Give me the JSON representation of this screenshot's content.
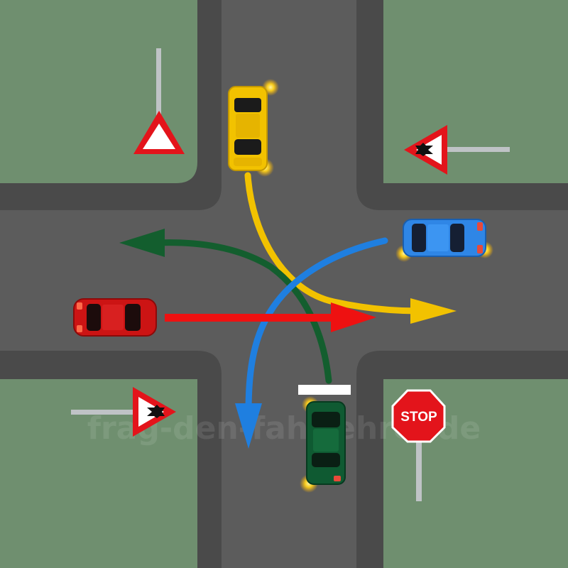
{
  "watermark": "frag-den-fahrlehrer.de",
  "signs": {
    "stop_label": "STOP"
  },
  "colors": {
    "grass": "#6f8f6f",
    "road": "#5c5c5c",
    "road_edge": "#4a4a4a",
    "yellow_car": "#f2c200",
    "blue_car": "#2f86e6",
    "red_car": "#cc1414",
    "green_car": "#0f5a32",
    "path_yellow": "#f2c200",
    "path_blue": "#1f7fe0",
    "path_red": "#ee1111",
    "path_green": "#135e2e",
    "indicator": "#ffd21a"
  },
  "vehicles": [
    {
      "id": "yellow-car",
      "color": "yellow",
      "heading": "south",
      "turn_signal": "left"
    },
    {
      "id": "blue-car",
      "color": "blue",
      "heading": "west",
      "turn_signal": "left"
    },
    {
      "id": "red-car",
      "color": "red",
      "heading": "east",
      "turn_signal": "none"
    },
    {
      "id": "green-car",
      "color": "green",
      "heading": "north",
      "turn_signal": "left"
    }
  ],
  "traffic_signs": [
    {
      "id": "yield-sign",
      "type": "give-way"
    },
    {
      "id": "priority-sign-ne",
      "type": "priority-at-next-intersection"
    },
    {
      "id": "priority-sign-sw",
      "type": "priority-at-next-intersection"
    },
    {
      "id": "stop-sign",
      "type": "stop"
    }
  ]
}
